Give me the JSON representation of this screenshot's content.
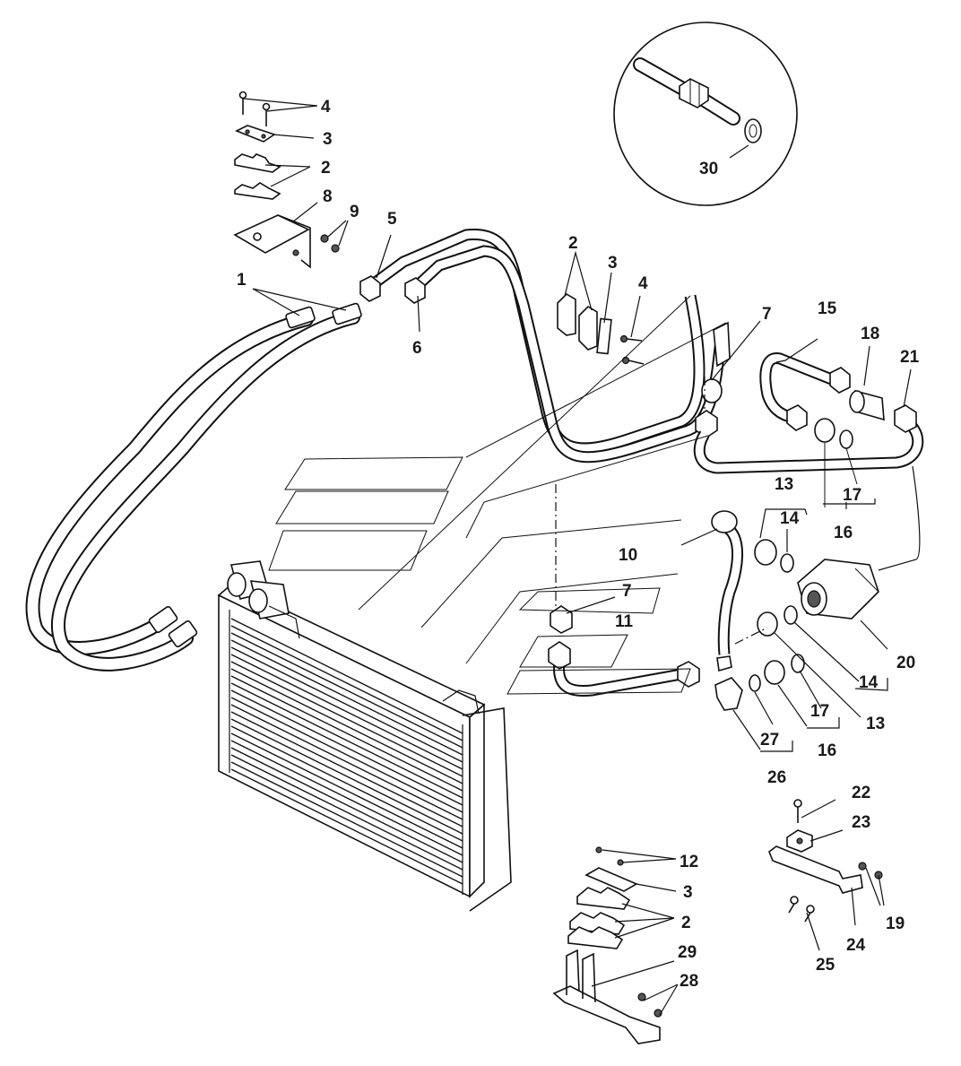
{
  "diagram": {
    "callouts": [
      {
        "id": "c4a",
        "text": "4"
      },
      {
        "id": "c3a",
        "text": "3"
      },
      {
        "id": "c2a",
        "text": "2"
      },
      {
        "id": "c8",
        "text": "8"
      },
      {
        "id": "c9",
        "text": "9"
      },
      {
        "id": "c5",
        "text": "5"
      },
      {
        "id": "c1",
        "text": "1"
      },
      {
        "id": "c6",
        "text": "6"
      },
      {
        "id": "c2b",
        "text": "2"
      },
      {
        "id": "c3b",
        "text": "3"
      },
      {
        "id": "c4b",
        "text": "4"
      },
      {
        "id": "c7a",
        "text": "7"
      },
      {
        "id": "c15",
        "text": "15"
      },
      {
        "id": "c18",
        "text": "18"
      },
      {
        "id": "c21",
        "text": "21"
      },
      {
        "id": "c30",
        "text": "30"
      },
      {
        "id": "c13a",
        "text": "13"
      },
      {
        "id": "c14a",
        "text": "14"
      },
      {
        "id": "c17a",
        "text": "17"
      },
      {
        "id": "c16a",
        "text": "16"
      },
      {
        "id": "c10",
        "text": "10"
      },
      {
        "id": "c7b",
        "text": "7"
      },
      {
        "id": "c11",
        "text": "11"
      },
      {
        "id": "c20",
        "text": "20"
      },
      {
        "id": "c14b",
        "text": "14"
      },
      {
        "id": "c13b",
        "text": "13"
      },
      {
        "id": "c17b",
        "text": "17"
      },
      {
        "id": "c16b",
        "text": "16"
      },
      {
        "id": "c27",
        "text": "27"
      },
      {
        "id": "c26",
        "text": "26"
      },
      {
        "id": "c22",
        "text": "22"
      },
      {
        "id": "c23",
        "text": "23"
      },
      {
        "id": "c12",
        "text": "12"
      },
      {
        "id": "c3c",
        "text": "3"
      },
      {
        "id": "c2c",
        "text": "2"
      },
      {
        "id": "c19",
        "text": "19"
      },
      {
        "id": "c24",
        "text": "24"
      },
      {
        "id": "c25",
        "text": "25"
      },
      {
        "id": "c29",
        "text": "29"
      },
      {
        "id": "c28",
        "text": "28"
      }
    ]
  }
}
